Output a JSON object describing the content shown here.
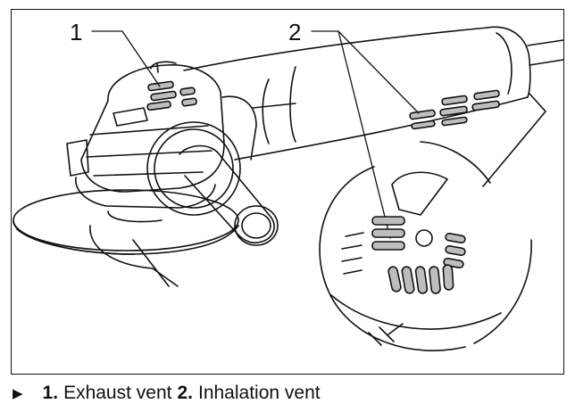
{
  "figure": {
    "callouts": [
      {
        "number": "1"
      },
      {
        "number": "2"
      }
    ]
  },
  "caption": {
    "arrow_icon": "triangle-right",
    "items": [
      {
        "number": "1.",
        "label": "Exhaust vent"
      },
      {
        "number": "2.",
        "label": "Inhalation vent"
      }
    ]
  }
}
